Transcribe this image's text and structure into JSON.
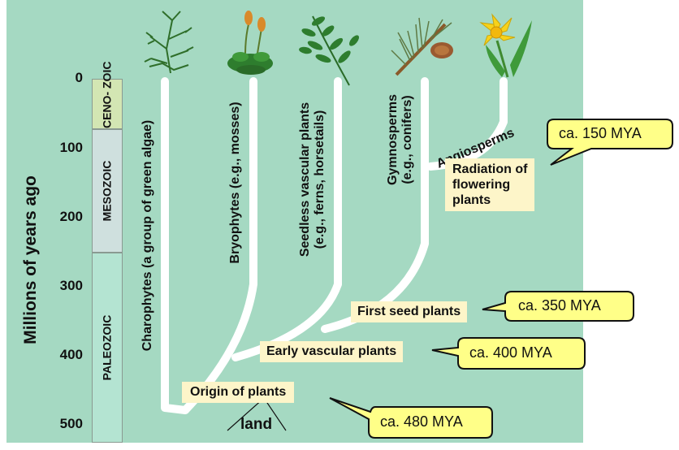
{
  "axis": {
    "title": "Millions of years ago",
    "ticks": [
      "0",
      "100",
      "200",
      "300",
      "400",
      "500"
    ]
  },
  "eras": {
    "cenozoic": "CENO- ZOIC",
    "mesozoic": "MESOZOIC",
    "paleozoic": "PALEOZOIC"
  },
  "lineages": {
    "charophytes": "Charophytes (a group of green algae)",
    "bryophytes": "Bryophytes (e.g., mosses)",
    "seedless_line1": "Seedless vascular plants",
    "seedless_line2": "(e.g., ferns, horsetails)",
    "gymno_line1": "Gymnosperms",
    "gymno_line2": "(e.g., conifers)",
    "angiosperms": "Angiosperms"
  },
  "events": {
    "radiation_line1": "Radiation of",
    "radiation_line2": "flowering",
    "radiation_line3": "plants",
    "first_seed": "First seed plants",
    "early_vascular": "Early vascular plants",
    "origin": "Origin of plants",
    "land": "land"
  },
  "callouts": {
    "c150": "ca. 150 MYA",
    "c350": "ca. 350 MYA",
    "c400": "ca. 400 MYA",
    "c480": "ca. 480 MYA"
  },
  "colors": {
    "background": "#a5d9c2",
    "cenozoic": "#d3e6b3",
    "mesozoic": "#cfe0de",
    "paleozoic": "#b4e4d2",
    "event_box": "#fdf5c9",
    "callout": "#ffff88",
    "branch": "#ffffff"
  },
  "icons": [
    "green-alga-icon",
    "moss-icon",
    "fern-icon",
    "pine-branch-icon",
    "daffodil-icon"
  ]
}
